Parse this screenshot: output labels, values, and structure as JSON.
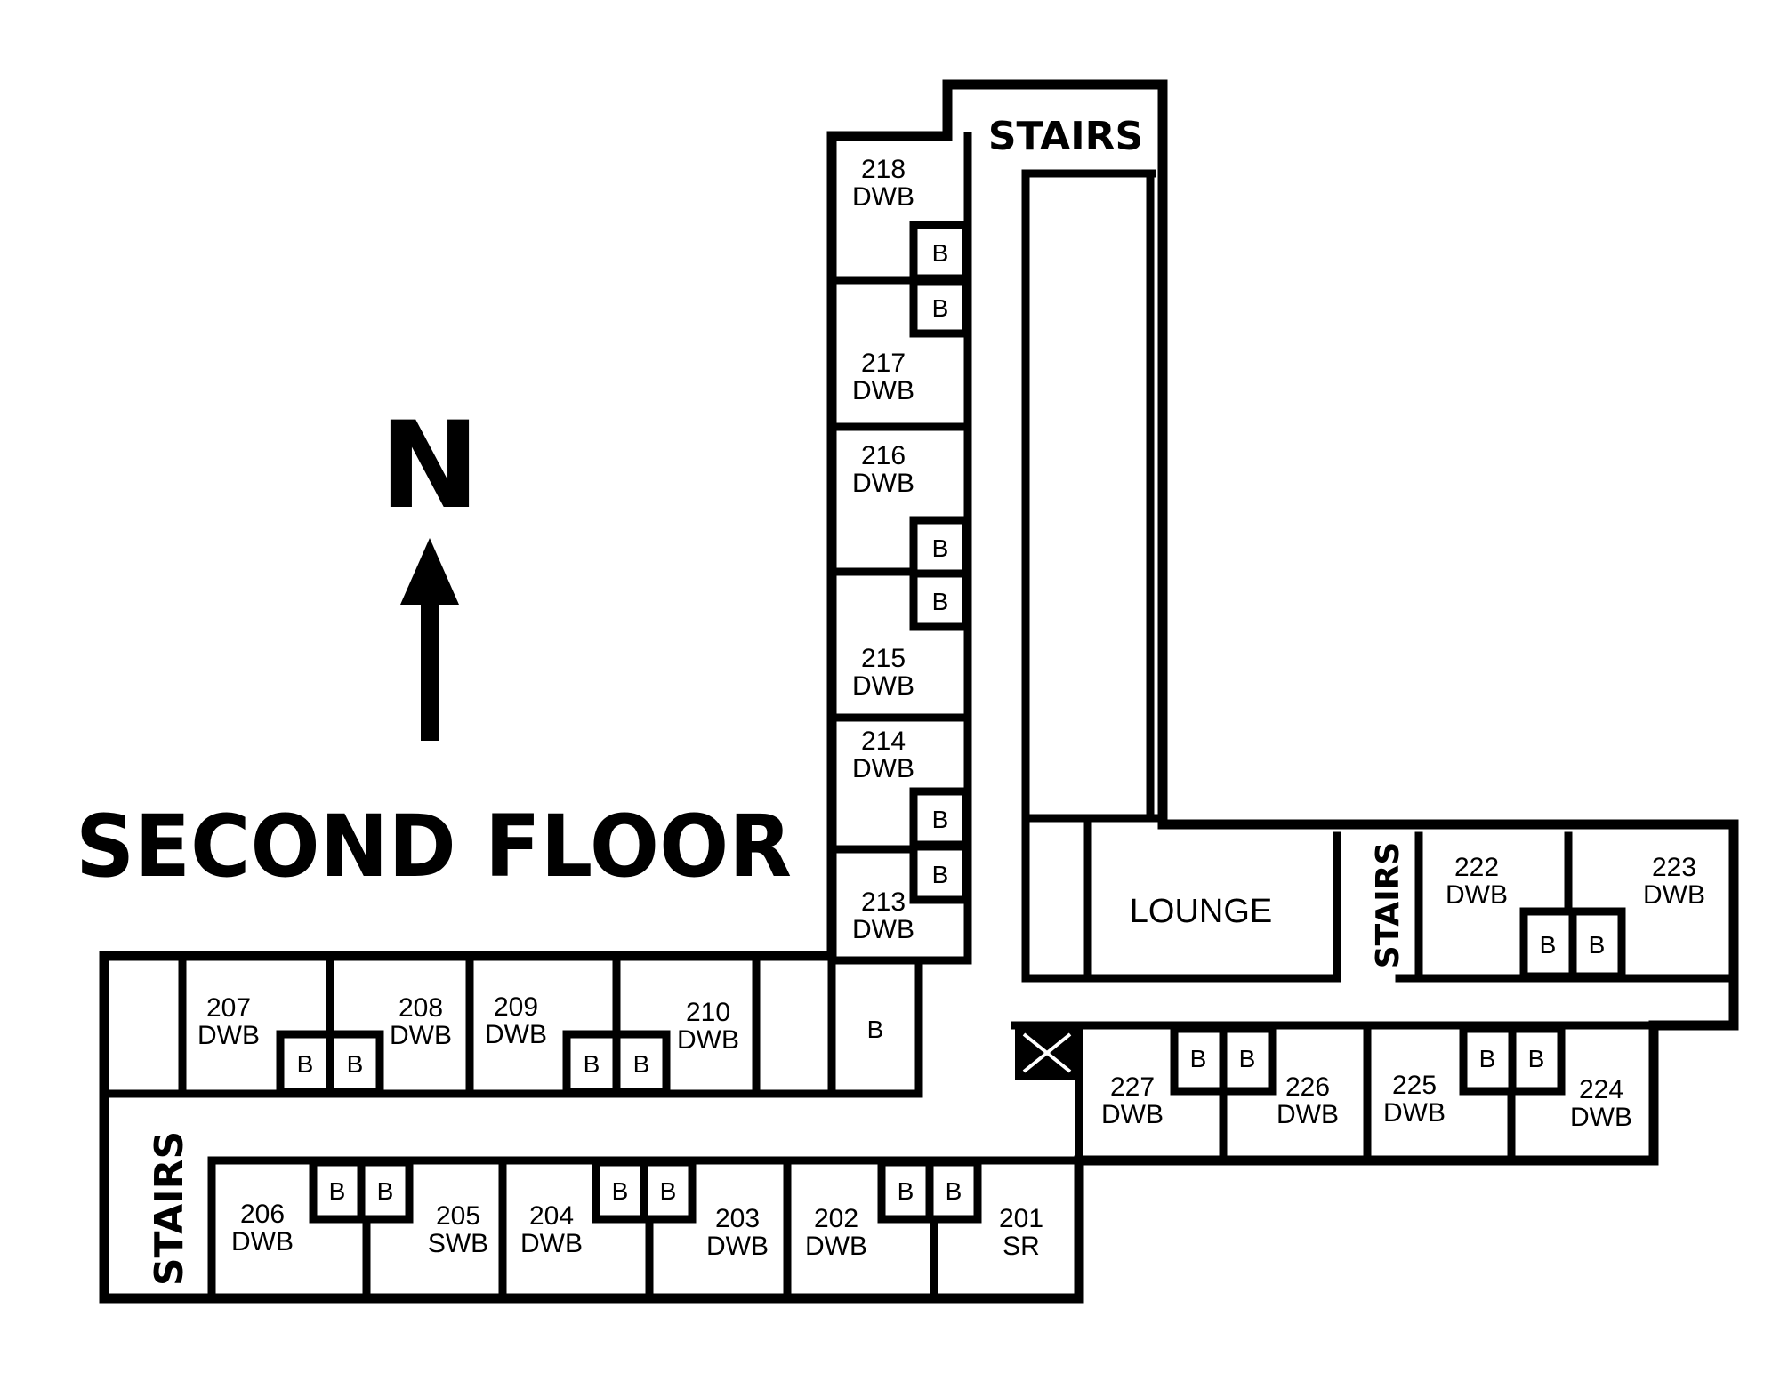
{
  "title": "SECOND FLOOR",
  "compass": {
    "label": "N",
    "icon": "north-arrow-icon"
  },
  "stairs_label": "STAIRS",
  "lounge_label": "LOUNGE",
  "bath_label": "B",
  "rooms": {
    "r201": {
      "number": "201",
      "type": "SR"
    },
    "r202": {
      "number": "202",
      "type": "DWB"
    },
    "r203": {
      "number": "203",
      "type": "DWB"
    },
    "r204": {
      "number": "204",
      "type": "DWB"
    },
    "r205": {
      "number": "205",
      "type": "SWB"
    },
    "r206": {
      "number": "206",
      "type": "DWB"
    },
    "r207": {
      "number": "207",
      "type": "DWB"
    },
    "r208": {
      "number": "208",
      "type": "DWB"
    },
    "r209": {
      "number": "209",
      "type": "DWB"
    },
    "r210": {
      "number": "210",
      "type": "DWB"
    },
    "r213": {
      "number": "213",
      "type": "DWB"
    },
    "r214": {
      "number": "214",
      "type": "DWB"
    },
    "r215": {
      "number": "215",
      "type": "DWB"
    },
    "r216": {
      "number": "216",
      "type": "DWB"
    },
    "r217": {
      "number": "217",
      "type": "DWB"
    },
    "r218": {
      "number": "218",
      "type": "DWB"
    },
    "r222": {
      "number": "222",
      "type": "DWB"
    },
    "r223": {
      "number": "223",
      "type": "DWB"
    },
    "r224": {
      "number": "224",
      "type": "DWB"
    },
    "r225": {
      "number": "225",
      "type": "DWB"
    },
    "r226": {
      "number": "226",
      "type": "DWB"
    },
    "r227": {
      "number": "227",
      "type": "DWB"
    }
  }
}
